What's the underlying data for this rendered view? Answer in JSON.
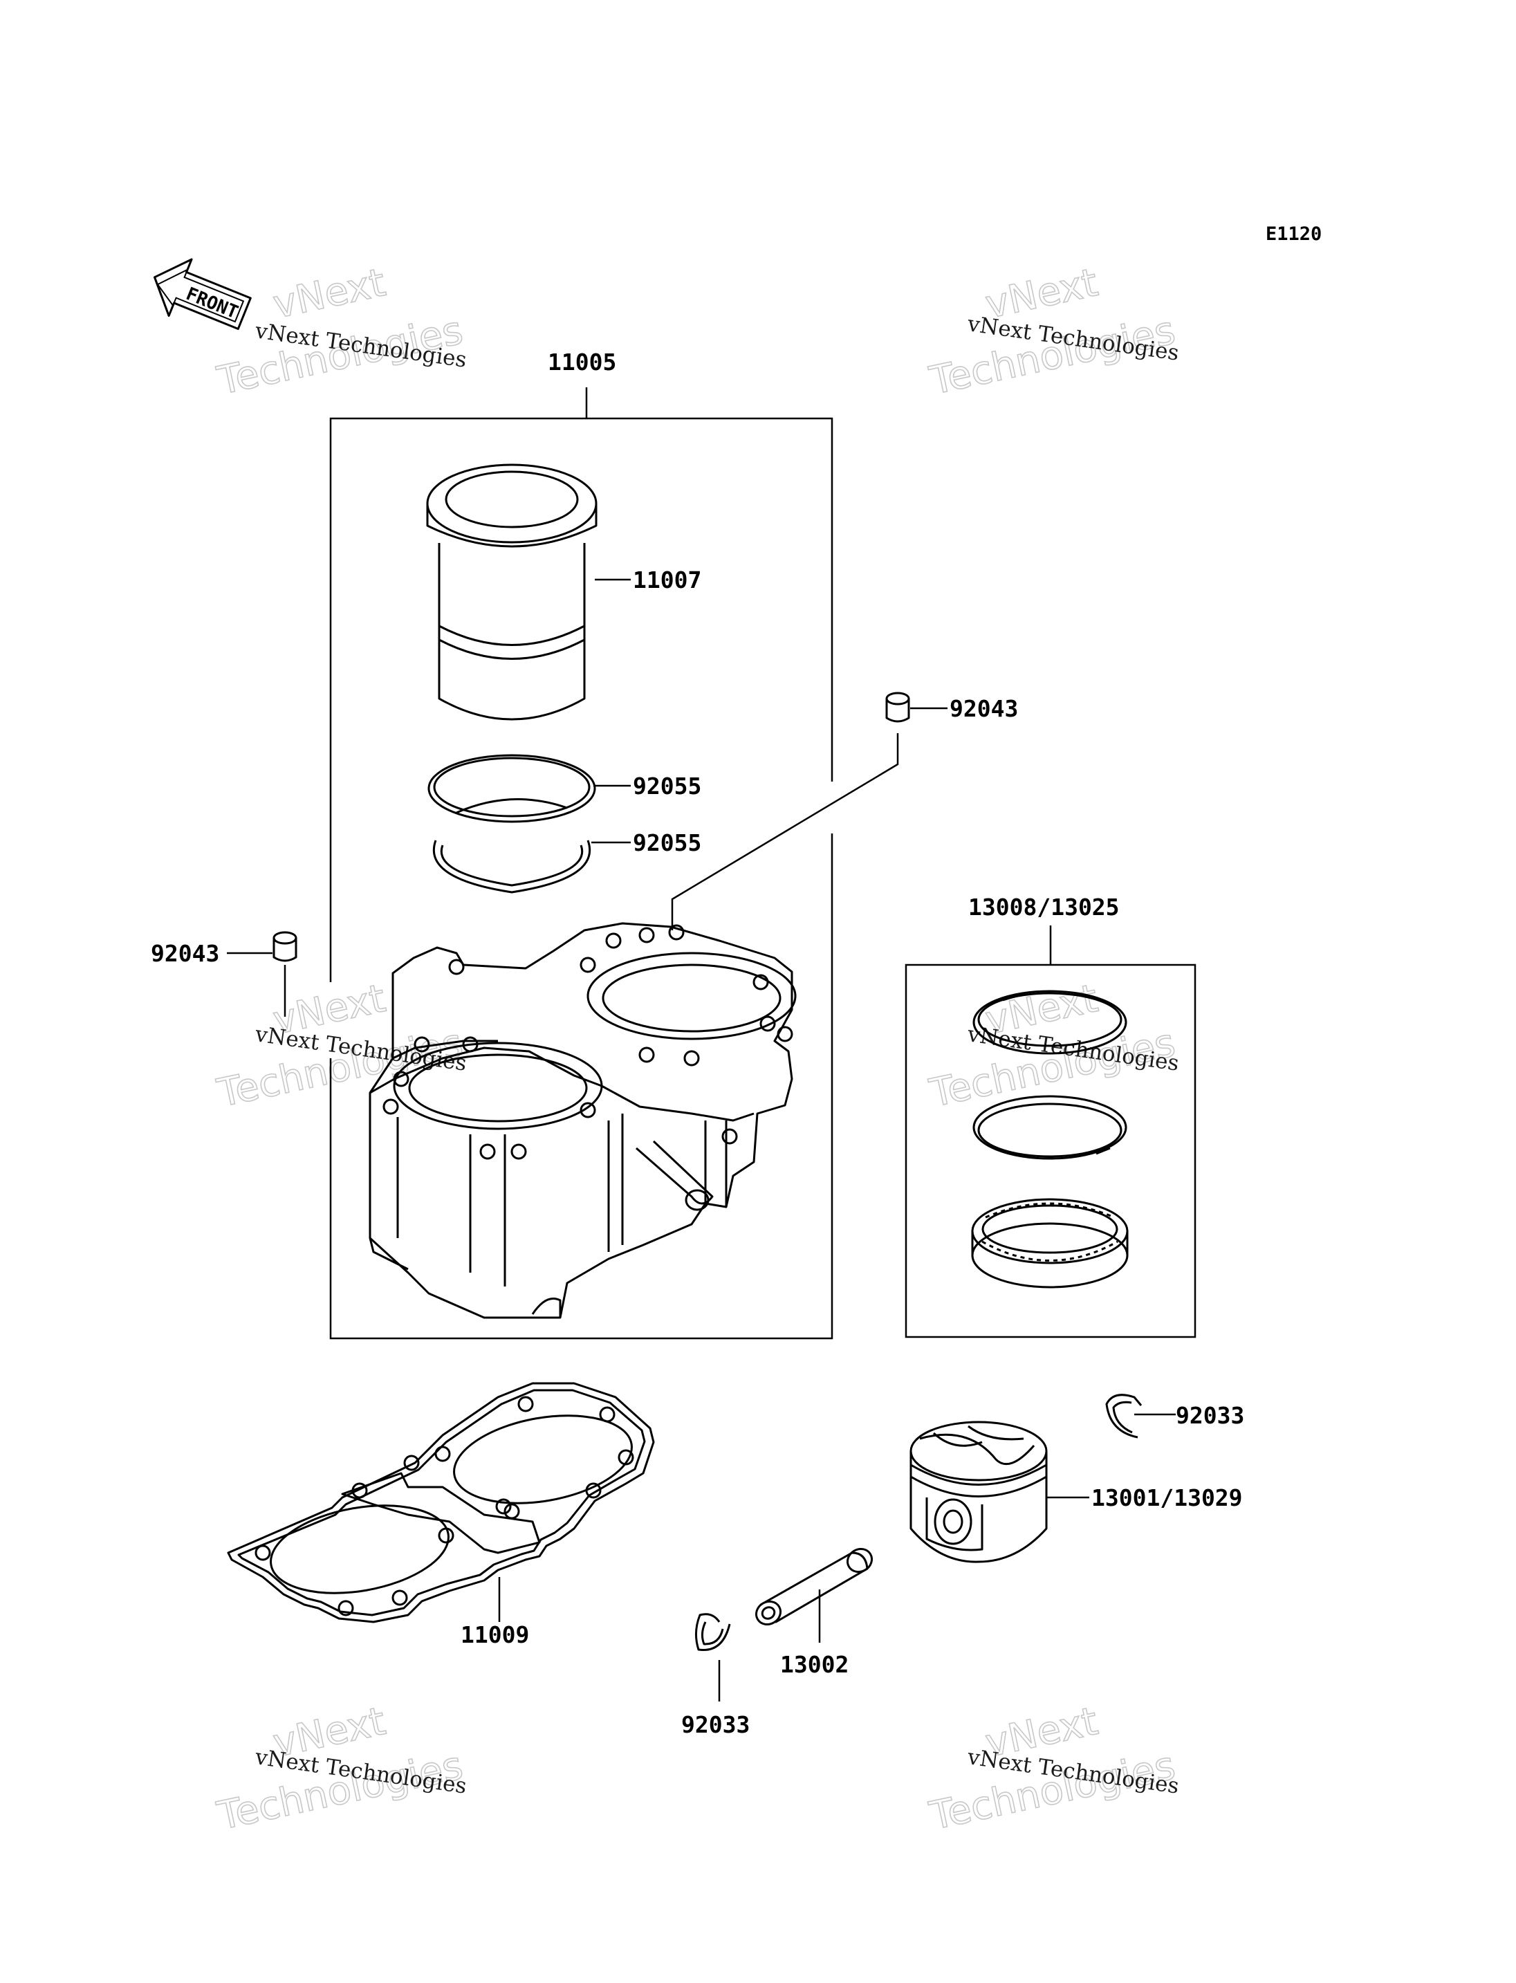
{
  "diagram_code": "E1120",
  "front_label": "FRONT",
  "watermark": {
    "small": "vNext Technologies",
    "big_line1": "vNext",
    "big_line2": "Technologies"
  },
  "labels": {
    "cylinder_assy": "11005",
    "cylinder_liner": "11007",
    "oring_upper": "92055",
    "oring_lower": "92055",
    "dowel_right": "92043",
    "dowel_left": "92043",
    "ring_set": "13008/13025",
    "gasket": "11009",
    "circlip_right": "92033",
    "piston": "13001/13029",
    "piston_pin": "13002",
    "circlip_bottom": "92033"
  }
}
